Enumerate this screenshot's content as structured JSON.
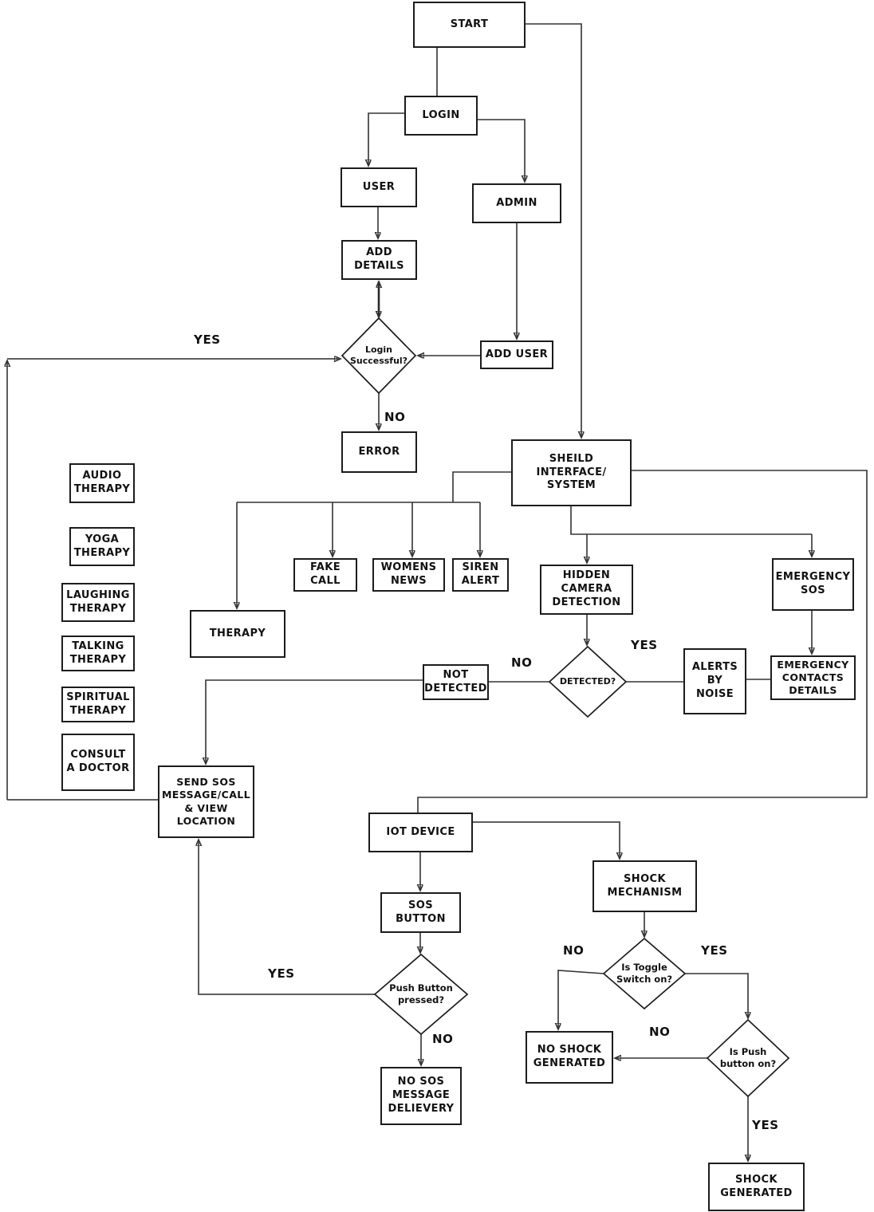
{
  "diagram": {
    "nodes": {
      "start": "START",
      "login": "LOGIN",
      "user": "USER",
      "admin": "ADMIN",
      "add_details": "ADD\nDETAILS",
      "add_user": "ADD USER",
      "error": "ERROR",
      "sheild": "SHEILD\nINTERFACE/\nSYSTEM",
      "audio": "AUDIO\nTHERAPY",
      "yoga": "YOGA\nTHERAPY",
      "laughing": "LAUGHING\nTHERAPY",
      "talking": "TALKING\nTHERAPY",
      "spiritual": "SPIRITUAL\nTHERAPY",
      "consult": "CONSULT\nA DOCTOR",
      "therapy": "THERAPY",
      "fake_call": "FAKE\nCALL",
      "womens_news": "WOMENS\nNEWS",
      "siren_alert": "SIREN\nALERT",
      "hidden_camera": "HIDDEN\nCAMERA\nDETECTION",
      "emergency_sos": "EMERGENCY\nSOS",
      "not_detected": "NOT\nDETECTED",
      "alerts_noise": "ALERTS\nBY\nNOISE",
      "emergency_contacts": "EMERGENCY\nCONTACTS\nDETAILS",
      "send_sos": "SEND SOS\nMESSAGE/CALL\n& VIEW\nLOCATION",
      "iot": "IOT DEVICE",
      "sos_button": "SOS\nBUTTON",
      "no_sos": "NO SOS\nMESSAGE\nDELIEVERY",
      "shock_mech": "SHOCK\nMECHANISM",
      "no_shock": "NO SHOCK\nGENERATED",
      "shock_gen": "SHOCK\nGENERATED",
      "login_success": "Login\nSuccessful?",
      "detected": "DETECTED?",
      "push_pressed": "Push Button\npressed?",
      "toggle_switch": "Is Toggle\nSwitch on?",
      "is_push": "Is Push\nbutton on?"
    },
    "edge_labels": {
      "login_yes": "YES",
      "login_no": "NO",
      "detected_no": "NO",
      "detected_yes": "YES",
      "push_yes": "YES",
      "push_no": "NO",
      "toggle_no": "NO",
      "toggle_yes": "YES",
      "ispush_no": "NO",
      "ispush_yes": "YES"
    },
    "colors": {
      "line": "#333333",
      "box_border": "#1c1c1c",
      "background": "#ffffff"
    }
  }
}
